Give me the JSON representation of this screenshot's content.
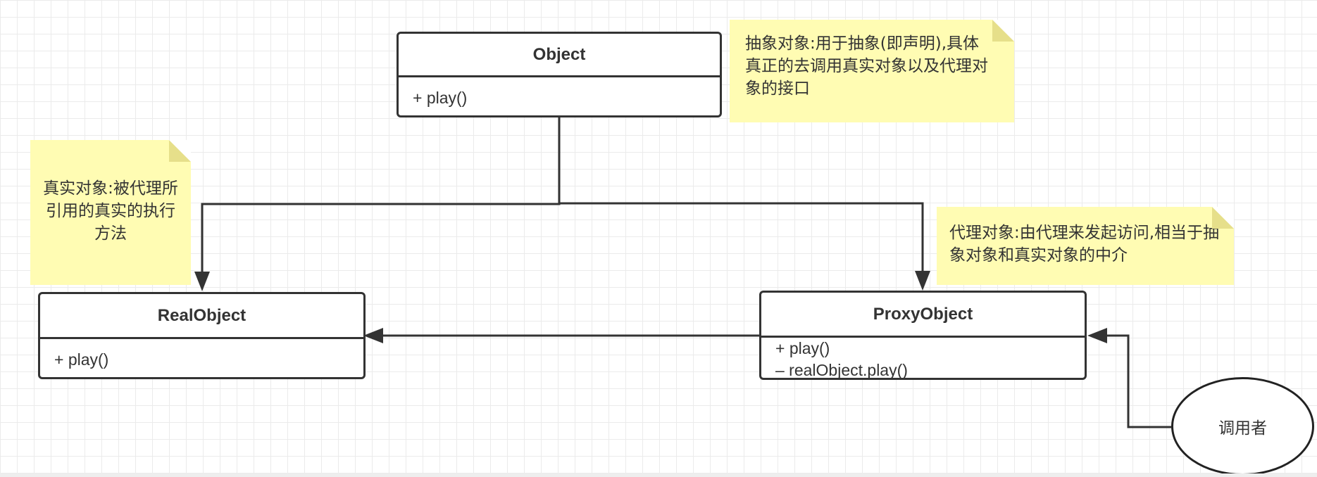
{
  "classes": {
    "object": {
      "name": "Object",
      "members": [
        "+ play()"
      ]
    },
    "real_object": {
      "name": "RealObject",
      "members": [
        "+ play()"
      ]
    },
    "proxy_object": {
      "name": "ProxyObject",
      "members": [
        "+ play()",
        "– realObject.play()"
      ]
    }
  },
  "notes": {
    "abstract": "抽象对象:用于抽象(即声明),具体真正的去调用真实对象以及代理对象的接口",
    "real": "真实对象:被代理所引用的真实的执行方法",
    "proxy": "代理对象:由代理来发起访问,相当于抽象对象和真实对象的中介"
  },
  "actor": {
    "label": "调用者"
  },
  "colors": {
    "note_fill": "#fffcb3",
    "stroke": "#333333",
    "grid": "#ebebeb"
  }
}
